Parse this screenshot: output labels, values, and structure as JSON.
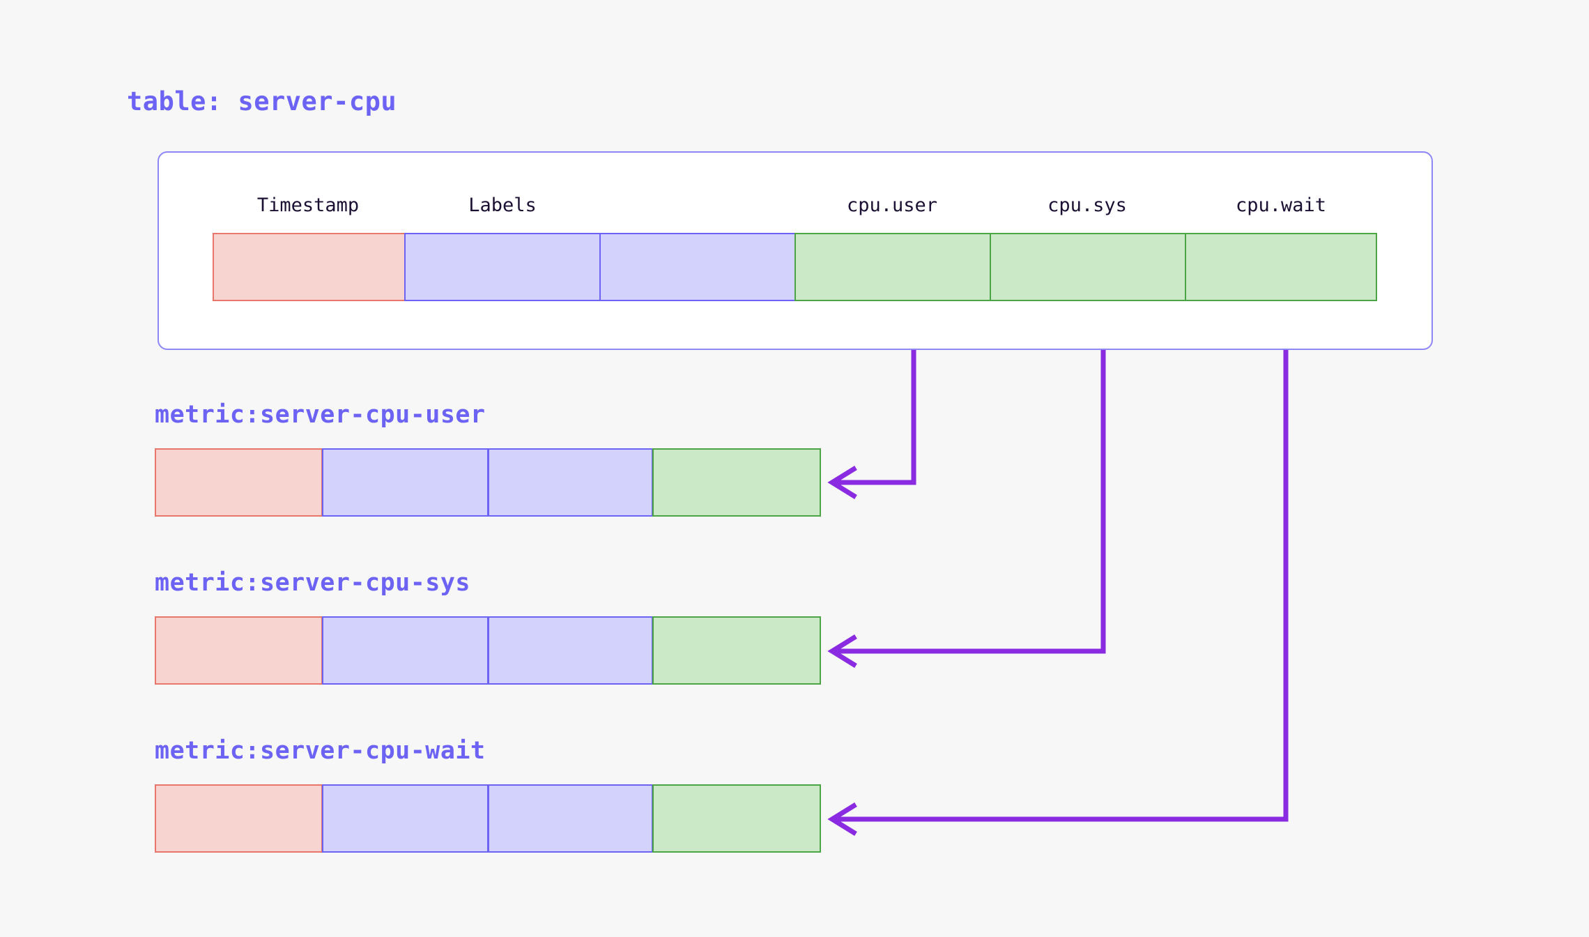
{
  "page": {
    "background": "#F7F7F7",
    "accent": "#6C63F5",
    "arrow_color": "#8A2BE2"
  },
  "table": {
    "title": "table: server-cpu",
    "card_border": "#8E86F7",
    "columns": [
      {
        "label": "Timestamp",
        "kind": "timestamp"
      },
      {
        "label": "Labels",
        "kind": "label"
      },
      {
        "label": "",
        "kind": "label"
      },
      {
        "label": "cpu.user",
        "kind": "value"
      },
      {
        "label": "cpu.sys",
        "kind": "value"
      },
      {
        "label": "cpu.wait",
        "kind": "value"
      }
    ]
  },
  "metrics": [
    {
      "title": "metric:server-cpu-user",
      "source_column": "cpu.user",
      "cells": [
        {
          "kind": "timestamp"
        },
        {
          "kind": "label"
        },
        {
          "kind": "label"
        },
        {
          "kind": "value"
        }
      ]
    },
    {
      "title": "metric:server-cpu-sys",
      "source_column": "cpu.sys",
      "cells": [
        {
          "kind": "timestamp"
        },
        {
          "kind": "label"
        },
        {
          "kind": "label"
        },
        {
          "kind": "value"
        }
      ]
    },
    {
      "title": "metric:server-cpu-wait",
      "source_column": "cpu.wait",
      "cells": [
        {
          "kind": "timestamp"
        },
        {
          "kind": "label"
        },
        {
          "kind": "label"
        },
        {
          "kind": "value"
        }
      ]
    }
  ],
  "legend": {
    "timestamp_fill": "#F8D4D0",
    "timestamp_border": "#E8766A",
    "label_fill": "#D3D2FD",
    "label_border": "#6C63F5",
    "value_fill": "#CBE8C7",
    "value_border": "#4CA544"
  }
}
